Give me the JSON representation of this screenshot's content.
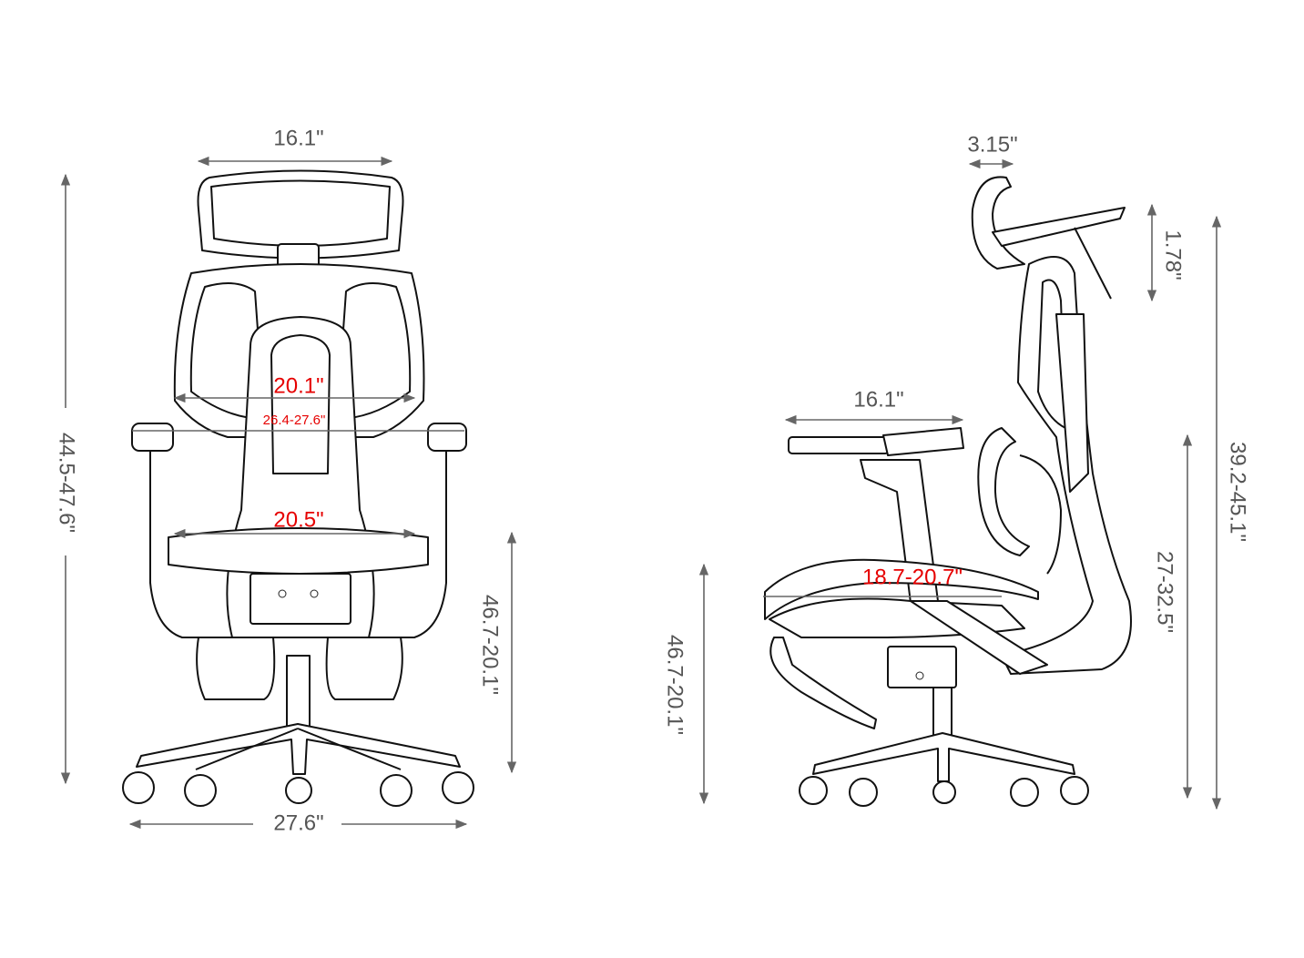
{
  "front_view": {
    "headrest_width": "16.1\"",
    "overall_height": "44.5-47.6\"",
    "back_width": "20.1\"",
    "arm_width": "26.4-27.6\"",
    "seat_width": "20.5\"",
    "seat_height": "46.7-20.1\"",
    "base_width": "27.6\""
  },
  "side_view": {
    "headrest_depth": "3.15\"",
    "headrest_adjust": "1.78\"",
    "overall_height": "39.2-45.1\"",
    "armrest_length": "16.1\"",
    "seat_depth": "18.7-20.7\"",
    "seat_height": "46.7-20.1\"",
    "back_height": "27-32.5\""
  },
  "colors": {
    "dimension": "#555555",
    "highlight": "#e60000",
    "lines": "#111111"
  }
}
